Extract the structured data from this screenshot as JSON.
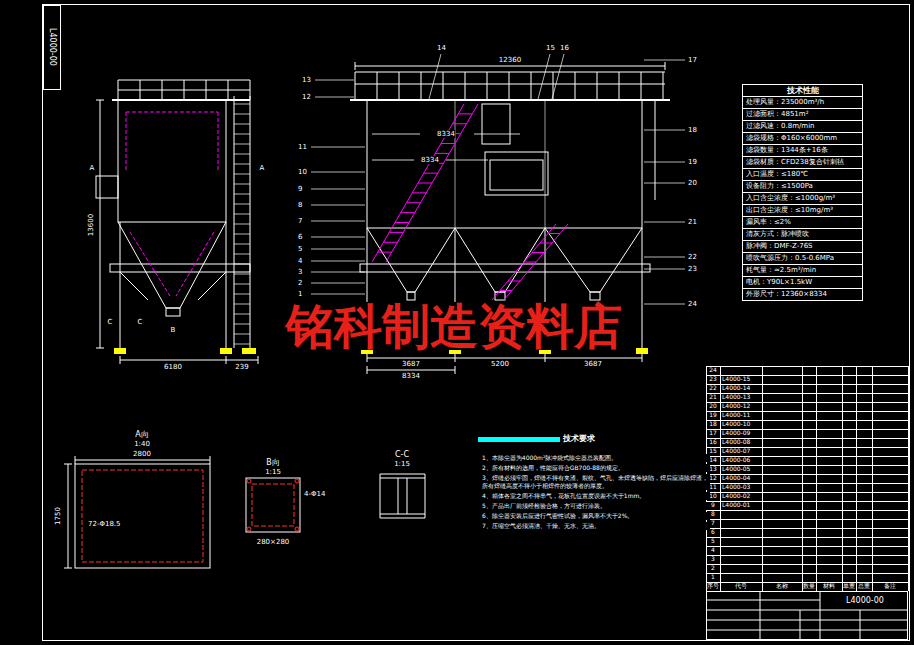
{
  "diagram": {
    "nodes": [
      {
        "text": [
          "技术性能",
          "处理风量：235000m³/h",
          "过滤面积：4851m²",
          "过滤风速：0.8m/min",
          "滤袋规格：Φ160×6000mm",
          "滤袋数量：1344条+16条",
          "滤袋材质：CFD238复合针刺毡",
          "入口温度：≤180℃",
          "设备阻力：≤1500Pa",
          "入口含尘浓度：≤1000g/m³",
          "出口含尘浓度：≤10mg/m³",
          "漏风率：≤2%",
          "清灰方式：脉冲喷吹",
          "脉冲阀：DMF-Z-76S",
          "喷吹气源压力：0.5-0.6MPa",
          "耗气量：≈2.5m³/min",
          "电机：Y90L×1.5kW",
          "外形尺寸：12360×8334"
        ]
      },
      {
        "text": [
          "L4000-00"
        ]
      }
    ],
    "labels": [
      "13",
      "12",
      "14",
      "15",
      "16",
      "17",
      "18",
      "19",
      "20",
      "11",
      "10",
      "9",
      "8",
      "7",
      "6",
      "5",
      "4",
      "3",
      "2",
      "1",
      "21",
      "22",
      "23",
      "24",
      "12360",
      "8334",
      "8334",
      "3687",
      "5200",
      "3687",
      "8334",
      "6180",
      "239",
      "13600",
      "A",
      "A",
      "C",
      "C",
      "B",
      "A向",
      "1:40",
      "2800",
      "1750",
      "72-Φ18.5",
      "B向",
      "1:15",
      "280×280",
      "4-Φ14",
      "C-C",
      "1:15",
      "技术要求",
      "1、本除尘器为4000m²脉冲袋式除尘器总装配图。",
      "2、所有材料的选用，性能应符合GB700-88的规定。",
      "3、焊缝必须牢固，焊缝不得有夹渣、裂纹、气孔、未焊透等缺陷，焊后应清除焊渣，所有焊缝高度不得小于相焊件的较薄者的厚度。",
      "4、箱体各室之间不得串气，花板孔位置度误差不大于1mm。",
      "5、产品出厂前须经检验合格，方可进行涂装。",
      "6、除尘器安装后应进行气密性试验，漏风率不大于2%。",
      "7、压缩空气必须清洁、干燥、无水、无油。",
      "铭科制造资料店",
      "L4000-00",
      "24",
      "23",
      "22",
      "21",
      "20",
      "19",
      "18",
      "17",
      "16",
      "15",
      "14",
      "13",
      "12",
      "11",
      "10",
      "9",
      "8",
      "7",
      "6",
      "5",
      "4",
      "3",
      "2",
      "1",
      "L4000-15",
      "L4000-14",
      "L4000-13",
      "L4000-12",
      "L4000-11",
      "L4000-10",
      "L4000-09",
      "L4000-08",
      "L4000-07",
      "L4000-06",
      "L4000-05",
      "L4000-04",
      "L4000-03",
      "L4000-02",
      "L4000-01",
      "序号",
      "代号",
      "名称",
      "数量",
      "材料",
      "单重",
      "总重",
      "备注"
    ]
  }
}
